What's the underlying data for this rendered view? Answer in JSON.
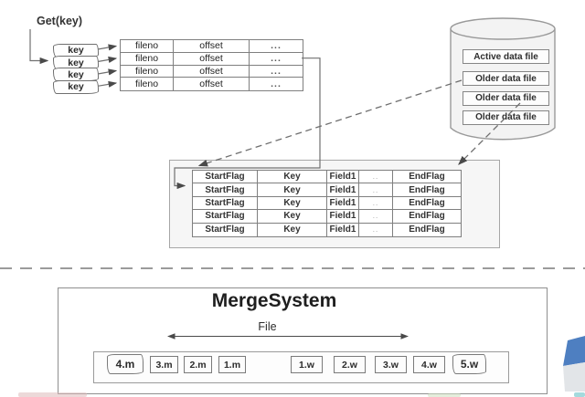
{
  "colors": {
    "accent_blue": "#4e7fc1",
    "corner_gray": "#e2e5e8",
    "line_gray": "#707070"
  },
  "diagram": {
    "get_label": "Get(key)",
    "key_boxes": [
      "key",
      "key",
      "key",
      "key"
    ],
    "index_table": {
      "row_count": 4,
      "columns": [
        "fileno",
        "offset",
        "..."
      ]
    },
    "datafile_store": {
      "files": [
        "Active data file",
        "Older data file",
        "Older data file",
        "Older data file"
      ]
    },
    "record_table": {
      "row_count": 5,
      "columns": [
        "StartFlag",
        "Key",
        "Field1",
        "..",
        "EndFlag"
      ]
    },
    "merge_system": {
      "title": "MergeSystem",
      "file_label": "File",
      "merge_files": [
        "4.m",
        "3.m",
        "2.m",
        "1.m"
      ],
      "write_files": [
        "1.w",
        "2.w",
        "3.w",
        "4.w",
        "5.w"
      ]
    }
  }
}
